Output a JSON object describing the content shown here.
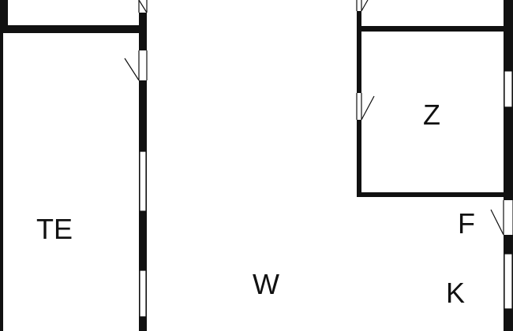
{
  "floorplan": {
    "colors": {
      "wall": "#111111",
      "background": "#ffffff"
    },
    "rooms": [
      {
        "id": "te",
        "label": "TE"
      },
      {
        "id": "w",
        "label": "W"
      },
      {
        "id": "z",
        "label": "Z"
      },
      {
        "id": "f",
        "label": "F"
      },
      {
        "id": "k",
        "label": "K"
      }
    ]
  }
}
